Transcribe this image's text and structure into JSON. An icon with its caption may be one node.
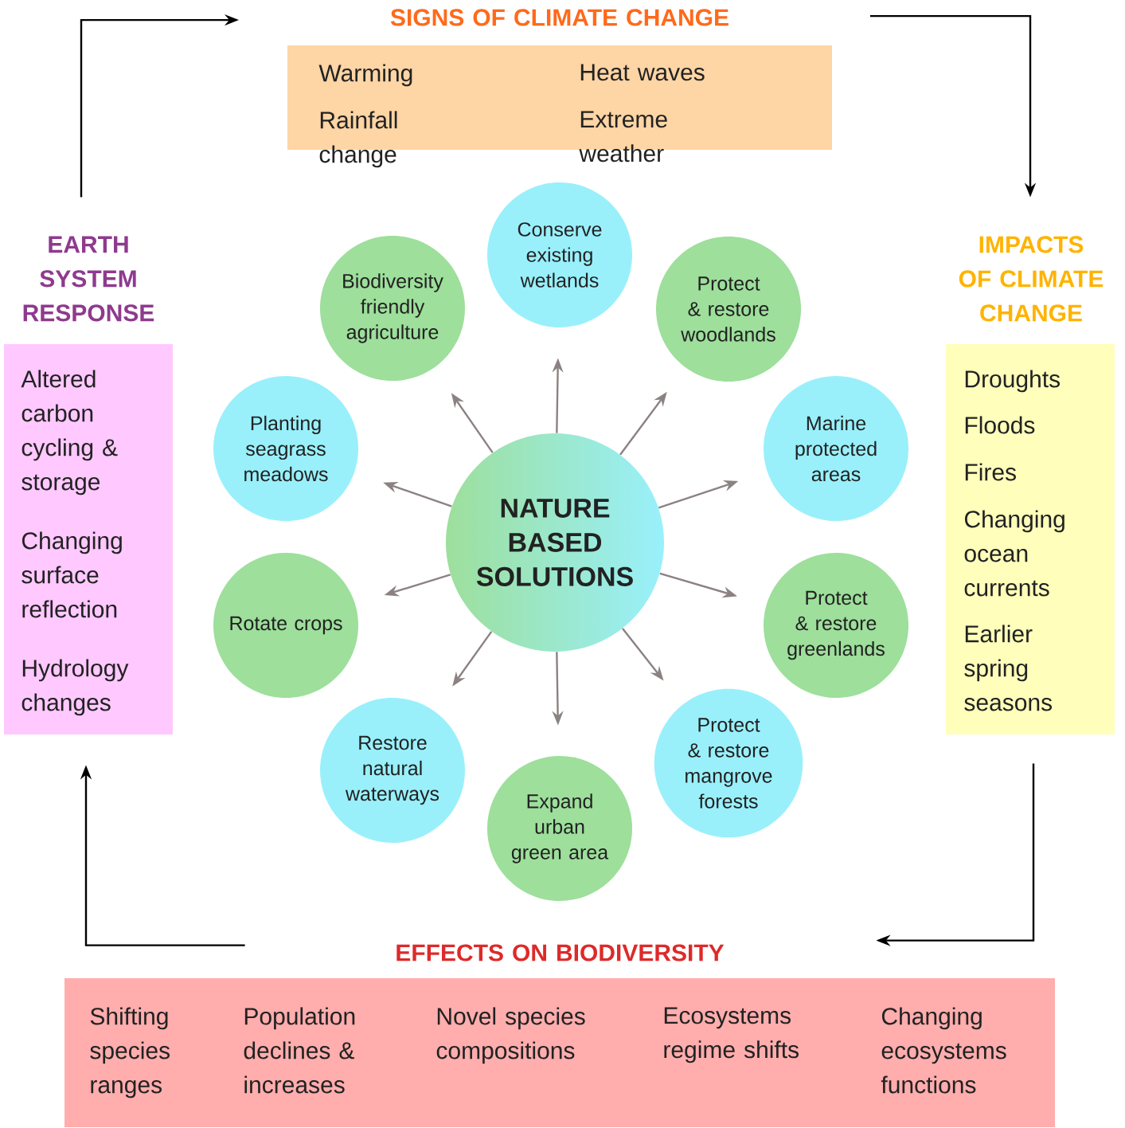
{
  "diagram": {
    "nodes": [
      {
        "text": [
          "SIGNS OF CLIMATE CHANGE",
          "Warming",
          "Heat waves",
          "Rainfall change",
          "Extreme weather"
        ]
      },
      {
        "text": [
          "IMPACTS OF CLIMATE CHANGE",
          "Droughts",
          "Floods",
          "Fires",
          "Changing ocean currents",
          "Earlier spring seasons"
        ]
      },
      {
        "text": [
          "EFFECTS ON BIODIVERSITY",
          "Shifting species ranges",
          "Population declines & increases",
          "Novel species compositions",
          "Ecosystems regime shifts",
          "Changing ecosystems functions"
        ]
      },
      {
        "text": [
          "EARTH SYSTEM RESPONSE",
          "Altered carbon cycling & storage",
          "Changing surface reflection",
          "Hydrology changes"
        ]
      },
      {
        "text": [
          "NATURE BASED SOLUTIONS"
        ]
      },
      {
        "text": [
          "Conserve existing wetlands"
        ]
      },
      {
        "text": [
          "Protect & restore woodlands"
        ]
      },
      {
        "text": [
          "Marine protected areas"
        ]
      },
      {
        "text": [
          "Protect & restore greenlands"
        ]
      },
      {
        "text": [
          "Protect & restore mangrove forests"
        ]
      },
      {
        "text": [
          "Expand urban green area"
        ]
      },
      {
        "text": [
          "Restore natural waterways"
        ]
      },
      {
        "text": [
          "Rotate crops"
        ]
      },
      {
        "text": [
          "Planting seagrass meadows"
        ]
      },
      {
        "text": [
          "Biodiversity friendly agriculture"
        ]
      }
    ],
    "edges": [
      {
        "from": 3,
        "to": 0,
        "arrow": "to",
        "color": "#000000"
      },
      {
        "from": 0,
        "to": 1,
        "arrow": "to",
        "color": "#000000"
      },
      {
        "from": 1,
        "to": 2,
        "arrow": "to",
        "color": "#000000"
      },
      {
        "from": 2,
        "to": 3,
        "arrow": "to",
        "color": "#000000"
      },
      {
        "from": 4,
        "to": 5,
        "arrow": "to"
      },
      {
        "from": 4,
        "to": 6,
        "arrow": "to"
      },
      {
        "from": 4,
        "to": 7,
        "arrow": "to"
      },
      {
        "from": 4,
        "to": 8,
        "arrow": "to"
      },
      {
        "from": 4,
        "to": 9,
        "arrow": "to"
      },
      {
        "from": 4,
        "to": 10,
        "arrow": "to"
      },
      {
        "from": 4,
        "to": 11,
        "arrow": "to"
      },
      {
        "from": 4,
        "to": 12,
        "arrow": "to"
      },
      {
        "from": 4,
        "to": 13,
        "arrow": "to"
      },
      {
        "from": 4,
        "to": 14,
        "arrow": "to"
      }
    ]
  }
}
